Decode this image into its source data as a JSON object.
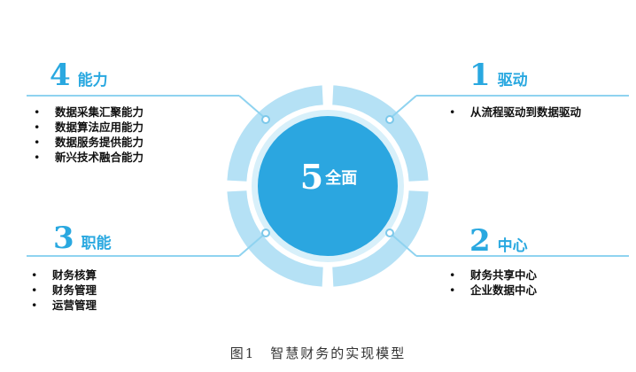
{
  "center": {
    "number": "5",
    "text": "全面"
  },
  "quadrants": {
    "top_left": {
      "number": "4",
      "title": "能力",
      "items": [
        "数据采集汇聚能力",
        "数据算法应用能力",
        "数据服务提供能力",
        "新兴技术融合能力"
      ]
    },
    "top_right": {
      "number": "1",
      "title": "驱动",
      "items": [
        "从流程驱动到数据驱动"
      ]
    },
    "bottom_left": {
      "number": "3",
      "title": "职能",
      "items": [
        "财务核算",
        "财务管理",
        "运营管理"
      ]
    },
    "bottom_right": {
      "number": "2",
      "title": "中心",
      "items": [
        "财务共享中心",
        "企业数据中心"
      ]
    }
  },
  "caption": "图1　智慧财务的实现模型",
  "colors": {
    "accent": "#29a8e0",
    "ring": "#a8dcf2",
    "ring_outer": "#c6e9f8",
    "core": "#2ba6e0",
    "line": "#8fd3f0"
  }
}
